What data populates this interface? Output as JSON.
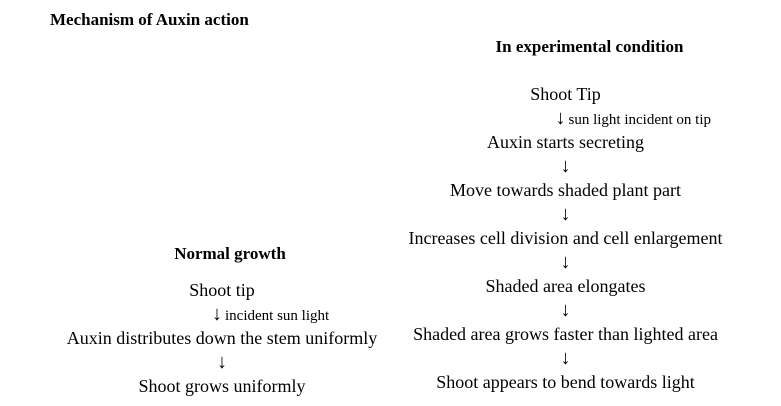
{
  "page": {
    "background_color": "#ffffff",
    "text_color": "#000000"
  },
  "title": "Mechanism of Auxin action",
  "icons": {
    "down_arrow": "↓"
  },
  "flows": {
    "experimental": {
      "heading": "In experimental condition",
      "steps": [
        {
          "kind": "node",
          "label": "Shoot Tip"
        },
        {
          "kind": "annotated_arrow",
          "label": "sun light incident on tip"
        },
        {
          "kind": "node",
          "label": "Auxin starts secreting"
        },
        {
          "kind": "arrow"
        },
        {
          "kind": "node",
          "label": "Move towards shaded plant part"
        },
        {
          "kind": "arrow"
        },
        {
          "kind": "node",
          "label": "Increases cell division and cell enlargement"
        },
        {
          "kind": "arrow"
        },
        {
          "kind": "node",
          "label": "Shaded area elongates"
        },
        {
          "kind": "arrow"
        },
        {
          "kind": "node",
          "label": "Shaded area grows faster than lighted area"
        },
        {
          "kind": "arrow"
        },
        {
          "kind": "node",
          "label": "Shoot appears to bend towards light"
        }
      ]
    },
    "normal": {
      "heading": "Normal growth",
      "steps": [
        {
          "kind": "node",
          "label": "Shoot tip"
        },
        {
          "kind": "annotated_arrow",
          "label": "incident sun light"
        },
        {
          "kind": "node",
          "label": "Auxin distributes down the stem uniformly"
        },
        {
          "kind": "arrow"
        },
        {
          "kind": "node",
          "label": "Shoot grows uniformly"
        }
      ]
    }
  }
}
